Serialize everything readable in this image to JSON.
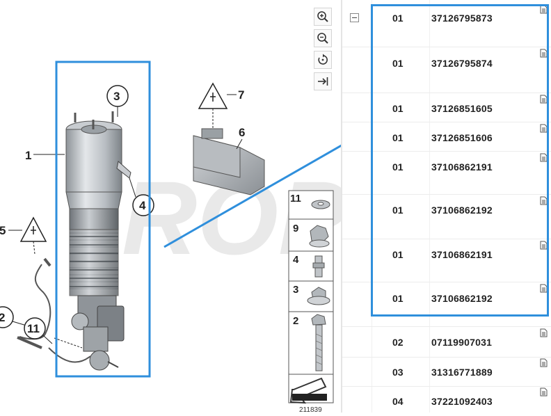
{
  "diagram": {
    "figure_id": "211839",
    "callouts": [
      "1",
      "2",
      "3",
      "4",
      "5",
      "6",
      "7",
      "11"
    ],
    "small_parts": [
      "11",
      "9",
      "4",
      "3",
      "2"
    ]
  },
  "toolbar": {
    "zoom_in_icon": "zoom-in-icon",
    "zoom_out_icon": "zoom-out-icon",
    "reset_icon": "rotate-icon",
    "expand_icon": "arrow-right-bar-icon"
  },
  "parts": [
    {
      "pos": "01",
      "number": "37126795873"
    },
    {
      "pos": "01",
      "number": "37126795874"
    },
    {
      "pos": "01",
      "number": "37126851605"
    },
    {
      "pos": "01",
      "number": "37126851606"
    },
    {
      "pos": "01",
      "number": "37106862191"
    },
    {
      "pos": "01",
      "number": "37106862192"
    },
    {
      "pos": "01",
      "number": "37106862191"
    },
    {
      "pos": "01",
      "number": "37106862192"
    },
    {
      "pos": "02",
      "number": "07119907031"
    },
    {
      "pos": "03",
      "number": "31316771889"
    },
    {
      "pos": "04",
      "number": "37221092403"
    }
  ],
  "colors": {
    "highlight": "#2f8fdc"
  }
}
